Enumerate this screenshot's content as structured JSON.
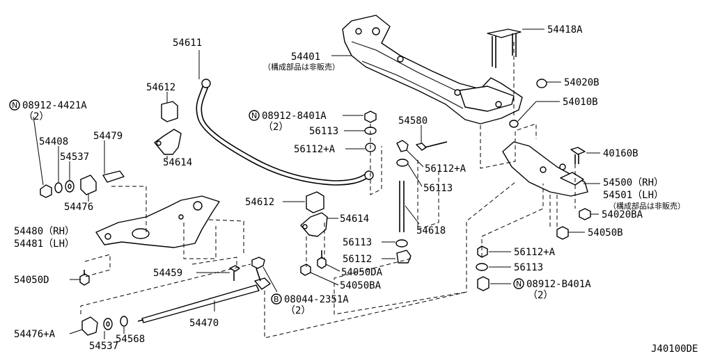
{
  "diagram": {
    "code": "J40100DE",
    "note_not_sold": "（構成部品は非販売）",
    "labels": {
      "p54401": "54401",
      "p54418A": "54418A",
      "p54020B": "54020B",
      "p54010B": "54010B",
      "p40160B": "40160B",
      "p54500": "54500（RH）",
      "p54501": "54501（LH）",
      "p54020BA": "54020BA",
      "p54050B": "54050B",
      "p54611": "54611",
      "p54612a": "54612",
      "p08912_4421A": "08912-4421A",
      "qty2a": "（2）",
      "p08912_8401A": "08912-8401A",
      "qty2b": "（2）",
      "p56113a": "56113",
      "p56112Aa": "56112+A",
      "p54580": "54580",
      "p56112Ab": "56112+A",
      "p56113b": "56113",
      "p54408": "54408",
      "p54537a": "54537",
      "p54479": "54479",
      "p54614a": "54614",
      "p54476": "54476",
      "p54612b": "54612",
      "p54614b": "54614",
      "p54618": "54618",
      "p54480": "54480（RH）",
      "p54481": "54481（LH）",
      "p56113c": "56113",
      "p56112": "56112",
      "p54050DA": "54050DA",
      "p54050BA": "54050BA",
      "p54459": "54459",
      "p54050D": "54050D",
      "p08044_2351A": "08044-2351A",
      "qty2c": "（2）",
      "p54470": "54470",
      "p54476A": "54476+A",
      "p54537b": "54537",
      "p54568": "54568",
      "p56112Ac": "56112+A",
      "p56113d": "56113",
      "p08912_B401A": "08912-B401A",
      "qty2d": "（2）",
      "circle_N": "N",
      "circle_B": "B"
    }
  }
}
